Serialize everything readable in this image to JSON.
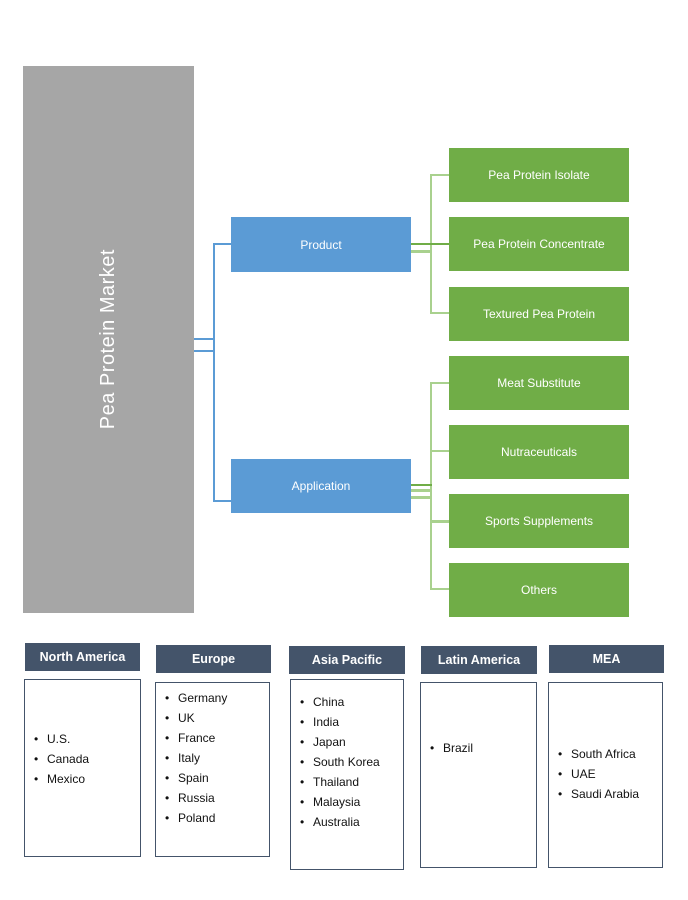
{
  "diagram": {
    "root": {
      "label": "Pea Protein Market"
    },
    "branches": [
      {
        "label": "Product",
        "children": [
          {
            "label": "Pea Protein Isolate"
          },
          {
            "label": "Pea Protein Concentrate"
          },
          {
            "label": "Textured Pea Protein"
          }
        ]
      },
      {
        "label": "Application",
        "children": [
          {
            "label": "Meat Substitute"
          },
          {
            "label": "Nutraceuticals"
          },
          {
            "label": "Sports Supplements"
          },
          {
            "label": "Others"
          }
        ]
      }
    ]
  },
  "regions": [
    {
      "label": "North America",
      "countries": [
        "U.S.",
        "Canada",
        "Mexico"
      ]
    },
    {
      "label": "Europe",
      "countries": [
        "Germany",
        "UK",
        "France",
        "Italy",
        "Spain",
        "Russia",
        "Poland"
      ]
    },
    {
      "label": "Asia Pacific",
      "countries": [
        "China",
        "India",
        "Japan",
        "South Korea",
        "Thailand",
        "Malaysia",
        "Australia"
      ]
    },
    {
      "label": "Latin America",
      "countries": [
        "Brazil"
      ]
    },
    {
      "label": "MEA",
      "countries": [
        "South Africa",
        "UAE",
        "Saudi Arabia"
      ]
    }
  ],
  "colors": {
    "root_gray": "#A6A6A6",
    "branch_blue": "#5B9BD5",
    "leaf_green": "#70AD47",
    "connector_light_green": "#A9D18E",
    "connector_dark_green": "#70AD47",
    "connector_blue": "#5B9BD5",
    "region_header_slate": "#44546A",
    "text_white": "#ffffff",
    "text_black": "#111111"
  }
}
